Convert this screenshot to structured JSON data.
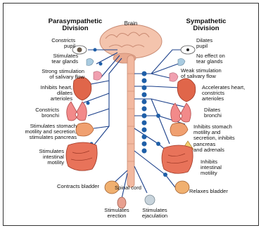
{
  "headings": {
    "parasympathetic": "Parasympathetic\nDivision",
    "brain": "Brain",
    "sympathetic": "Sympathetic\nDivision"
  },
  "left_labels": [
    "Constricts\npupil",
    "Stimulates\ntear glands",
    "Strong stimulation\nof salivary flow",
    "Inhibits heart,\ndilates\narterioles",
    "Constricts\nbronchi",
    "Stimulates stomach\nmotility and secretion,\nstimulates pancreas",
    "Stimulates\nintestinal\nmotility",
    "Contracts bladder"
  ],
  "right_labels": [
    "Dilates\npupil",
    "No effect on\ntear glands",
    "Weak stimulation\nof salivary flow",
    "Accelerates heart,\nconstricts\narterioles",
    "Dilates\nbronchi",
    "Inhibits stomach\nmotility and\nsecretion, inhibits\npancreas\nand adrenals",
    "Inhibits\nintestinal\nmotility",
    "Relaxes bladder"
  ],
  "bottom_labels": {
    "spinal_cord": "Spinal cord",
    "erection": "Stimulates\nerection",
    "ejaculation": "Stimulates\nejaculation"
  },
  "colors": {
    "nerve": "#1a3f8a",
    "ganglion": "#1f5fa8",
    "spinal_cord": "#f2b9a0",
    "brain": "#f4c4ad",
    "organ": "#e0664a"
  }
}
